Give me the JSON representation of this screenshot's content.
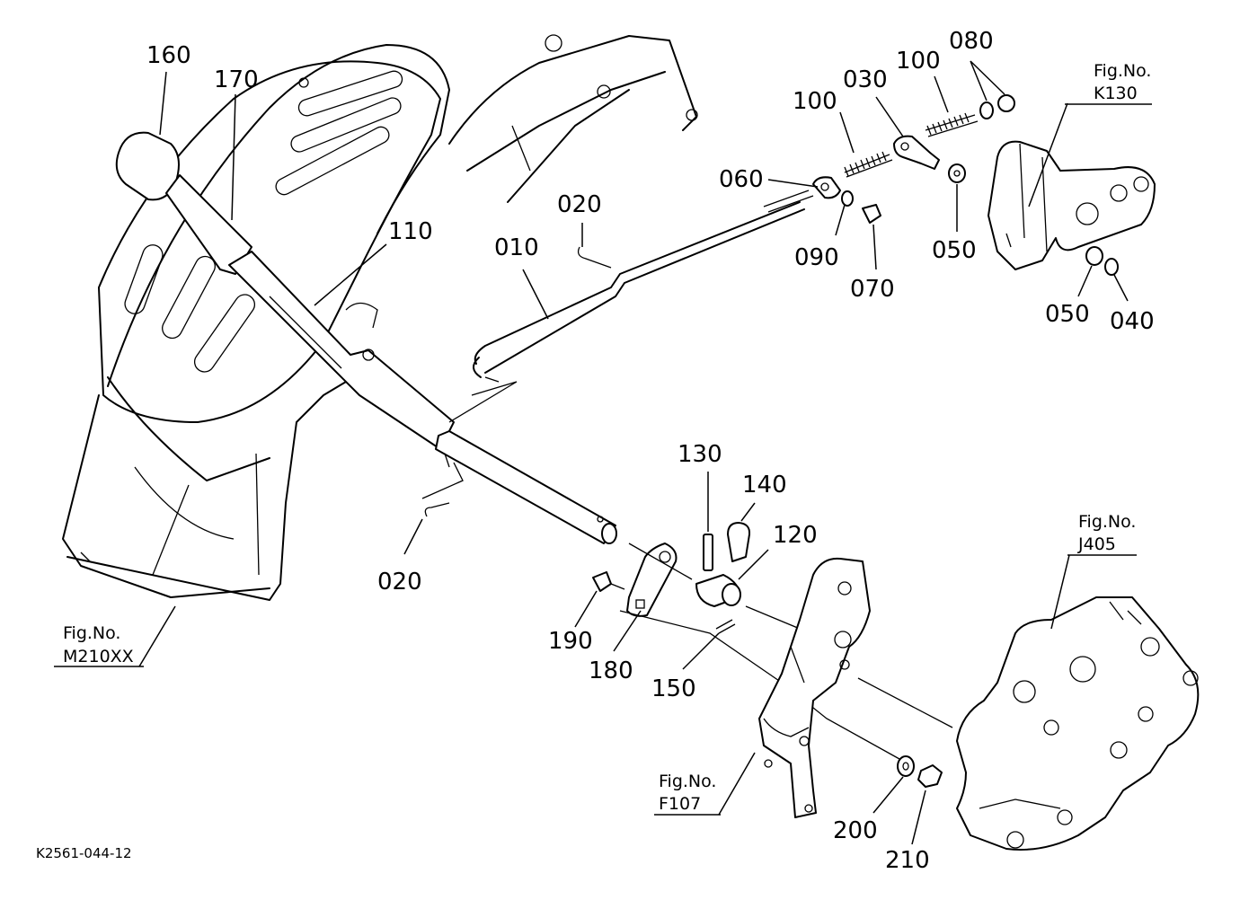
{
  "diagram": {
    "code": "K2561-044-12",
    "callouts": {
      "c160": "160",
      "c170": "170",
      "c110": "110",
      "c010": "010",
      "c020a": "020",
      "c020b": "020",
      "c060": "060",
      "c100a": "100",
      "c030": "030",
      "c100b": "100",
      "c080": "080",
      "c090": "090",
      "c070": "070",
      "c050a": "050",
      "c050b": "050",
      "c040": "040",
      "c130": "130",
      "c140": "140",
      "c120": "120",
      "c190": "190",
      "c180": "180",
      "c150": "150",
      "c200": "200",
      "c210": "210"
    },
    "figrefs": {
      "k130": {
        "label": "Fig.No.",
        "value": "K130"
      },
      "j405": {
        "label": "Fig.No.",
        "value": "J405"
      },
      "m210xx": {
        "label": "Fig.No.",
        "value": "M210XX"
      },
      "f107": {
        "label": "Fig.No.",
        "value": "F107"
      }
    }
  }
}
